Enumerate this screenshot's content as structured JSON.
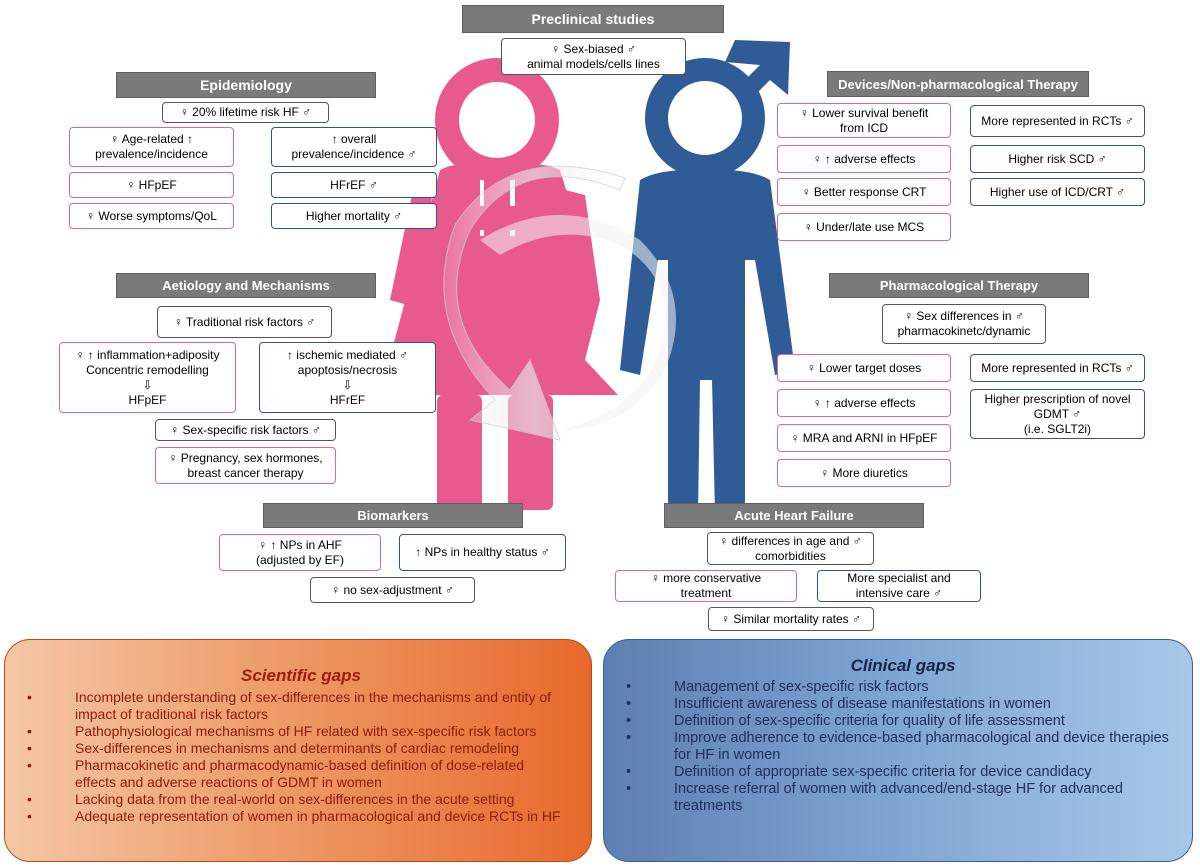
{
  "headers": {
    "preclinical": "Preclinical studies",
    "epidemiology": "Epidemiology",
    "devices": "Devices/Non-pharmacological Therapy",
    "aetiology": "Aetiology and Mechanisms",
    "pharmacological": "Pharmacological Therapy",
    "biomarkers": "Biomarkers",
    "ahf": "Acute Heart Failure"
  },
  "preclinical": {
    "box": "♀ Sex-biased ♂\nanimal models/cells lines"
  },
  "epidemiology": {
    "lifetime_risk": "♀ 20% lifetime risk HF ♂",
    "female": [
      "♀ Age-related ↑\nprevalence/incidence",
      "♀ HFpEF",
      "♀ Worse symptoms/QoL"
    ],
    "male": [
      "↑ overall\nprevalence/incidence ♂",
      "HFrEF ♂",
      "Higher mortality ♂"
    ]
  },
  "aetiology": {
    "traditional": "♀ Traditional risk factors ♂",
    "female_mech": "♀ ↑ inflammation+adiposity\nConcentric remodelling\n⇩\nHFpEF",
    "male_mech": "↑ ischemic mediated ♂\napoptosis/necrosis\n⇩\nHFrEF",
    "sex_specific": "♀ Sex-specific risk factors ♂",
    "pregnancy": "♀ Pregnancy, sex hormones,\nbreast cancer therapy"
  },
  "devices": {
    "female": [
      "♀ Lower survival benefit\nfrom ICD",
      "♀ ↑ adverse effects",
      "♀ Better response CRT",
      "♀ Under/late use MCS"
    ],
    "male": [
      "More represented in RCTs ♂",
      "Higher risk SCD ♂",
      "Higher use of ICD/CRT ♂"
    ]
  },
  "pharmacological": {
    "sex_diff": "♀ Sex differences in ♂\npharmacokinetc/dynamic",
    "female": [
      "♀ Lower target doses",
      "♀ ↑ adverse effects",
      "♀ MRA and ARNI in HFpEF",
      "♀ More diuretics"
    ],
    "male": [
      "More represented in RCTs ♂",
      "Higher prescription of novel\nGDMT ♂\n(i.e. SGLT2i)"
    ]
  },
  "biomarkers": {
    "female": "♀ ↑ NPs in AHF\n(adjusted by EF)",
    "male": "↑ NPs in healthy status ♂",
    "no_adjust": "♀ no sex-adjustment ♂"
  },
  "ahf": {
    "diff": "♀ differences in age and ♂\ncomorbidities",
    "female": "♀ more conservative\ntreatment",
    "male": "More specialist and\nintensive care ♂",
    "mortality": "♀ Similar mortality rates ♂"
  },
  "scientific_gaps": {
    "title": "Scientific gaps",
    "items": [
      "Incomplete understanding of sex-differences in the mechanisms and entity of impact of traditional risk factors",
      "Pathophysiological mechanisms of HF related with sex-specific risk factors",
      "Sex-differences in mechanisms and determinants of cardiac remodeling",
      "Pharmacokinetic and pharmacodynamic-based definition of dose-related effects and adverse reactions of GDMT in women",
      "Lacking data from the real-world on sex-differences in the acute setting",
      "Adequate representation of women in pharmacological and device RCTs in HF"
    ]
  },
  "clinical_gaps": {
    "title": "Clinical gaps",
    "items": [
      "Management of sex-specific risk factors",
      "Insufficient awareness of disease manifestations in women",
      "Definition of sex-specific criteria for quality of life assessment",
      "Improve adherence to evidence-based pharmacological and device therapies for HF in women",
      "Definition of appropriate sex-specific criteria for device candidacy",
      "Increase referral of women with advanced/end-stage HF for advanced treatments"
    ]
  },
  "colors": {
    "female": "#e85a8e",
    "male": "#2f5c96",
    "header": "#7a7a7a"
  }
}
